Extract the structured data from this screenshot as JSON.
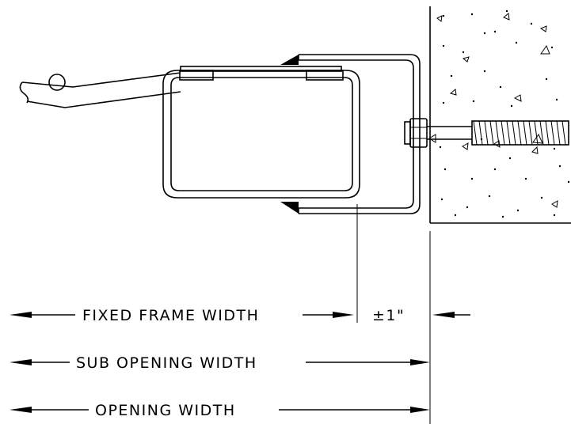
{
  "diagram": {
    "labels": {
      "fixed_frame_width": "FIXED FRAME WIDTH",
      "tolerance": "±1\"",
      "sub_opening_width": "SUB OPENING WIDTH",
      "opening_width": "OPENING WIDTH"
    },
    "icons": [
      "concrete-wall",
      "hex-bolt-anchor",
      "channel-frame",
      "operator-arm"
    ],
    "colors": {
      "line": "#000000",
      "background": "#ffffff"
    }
  }
}
